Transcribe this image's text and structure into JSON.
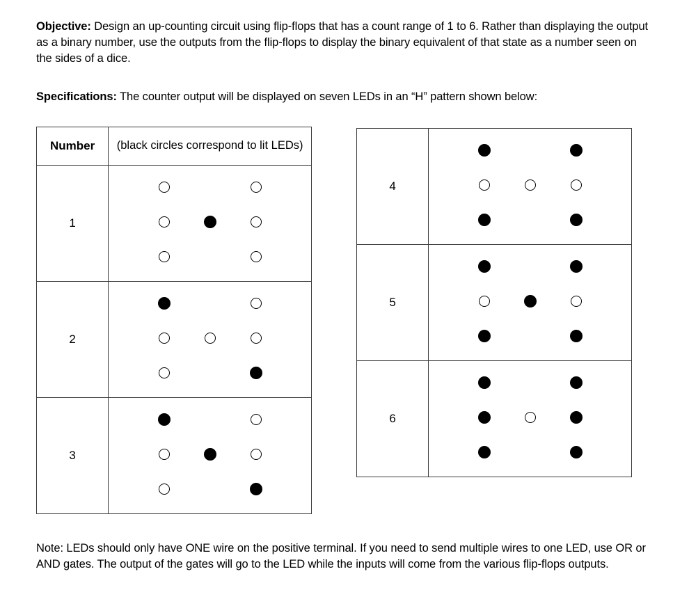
{
  "document": {
    "objective": {
      "label": "Objective:",
      "text": " Design an up-counting circuit using flip-flops that has a count range of 1 to 6. Rather than displaying the output as a binary number, use the outputs from the flip-flops to display the binary equivalent of that state as a number seen on the sides of a dice."
    },
    "specifications": {
      "label": "Specifications:",
      "text": " The counter output will be displayed on seven LEDs in an “H” pattern shown below:"
    },
    "note": {
      "text": "Note: LEDs should only have ONE wire on the positive terminal.  If you need to send multiple wires to one LED, use OR or AND gates.  The output of the gates will go to the LED while the inputs will come from the various flip-flops outputs."
    }
  },
  "left_table": {
    "headers": {
      "number": "Number",
      "caption": "(black circles correspond to lit LEDs)"
    },
    "rows": [
      {
        "number": "1",
        "pattern": [
          [
            "off",
            "blank",
            "off"
          ],
          [
            "off",
            "on",
            "off"
          ],
          [
            "off",
            "blank",
            "off"
          ]
        ]
      },
      {
        "number": "2",
        "pattern": [
          [
            "on",
            "blank",
            "off"
          ],
          [
            "off",
            "off",
            "off"
          ],
          [
            "off",
            "blank",
            "on"
          ]
        ]
      },
      {
        "number": "3",
        "pattern": [
          [
            "on",
            "blank",
            "off"
          ],
          [
            "off",
            "on",
            "off"
          ],
          [
            "off",
            "blank",
            "on"
          ]
        ]
      }
    ]
  },
  "right_table": {
    "rows": [
      {
        "number": "4",
        "pattern": [
          [
            "on",
            "blank",
            "on"
          ],
          [
            "off",
            "off",
            "off"
          ],
          [
            "on",
            "blank",
            "on"
          ]
        ]
      },
      {
        "number": "5",
        "pattern": [
          [
            "on",
            "blank",
            "on"
          ],
          [
            "off",
            "on",
            "off"
          ],
          [
            "on",
            "blank",
            "on"
          ]
        ]
      },
      {
        "number": "6",
        "pattern": [
          [
            "on",
            "blank",
            "on"
          ],
          [
            "on",
            "off",
            "on"
          ],
          [
            "on",
            "blank",
            "on"
          ]
        ]
      }
    ]
  },
  "colors": {
    "lit_led": "#000000",
    "unlit_led_fill": "#ffffff",
    "led_outline": "#000000",
    "table_border": "#3a3a3a",
    "text": "#000000",
    "background": "#ffffff"
  }
}
